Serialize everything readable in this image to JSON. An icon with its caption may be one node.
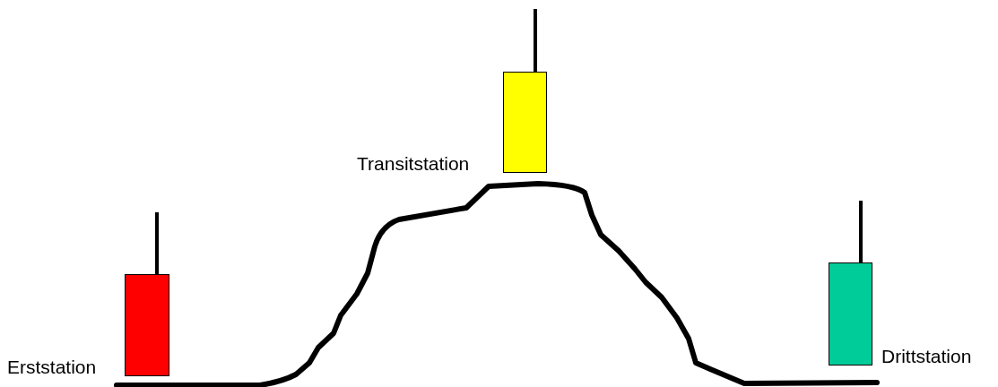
{
  "diagram": {
    "nodes": [
      {
        "text": [
          "Erststation"
        ]
      },
      {
        "text": [
          "Transitstation"
        ]
      },
      {
        "text": [
          "Drittstation"
        ]
      }
    ]
  }
}
